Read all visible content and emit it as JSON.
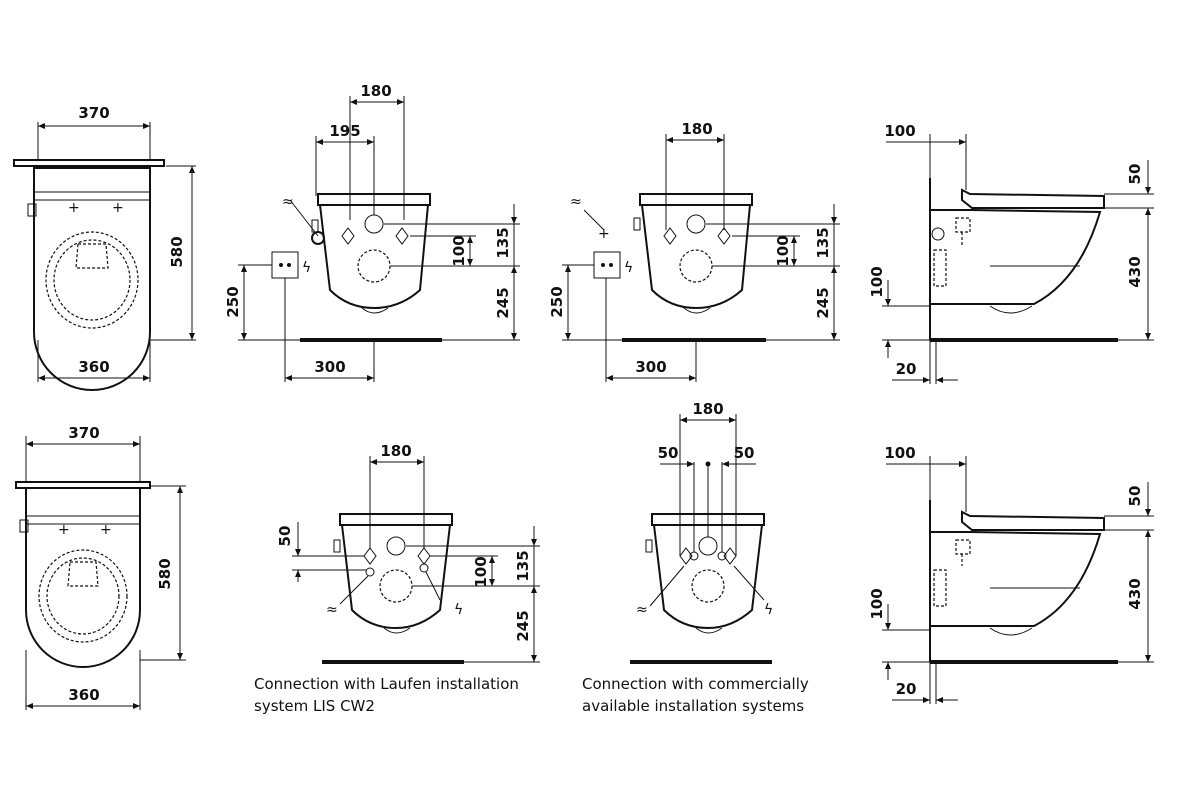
{
  "dims": {
    "w370": "370",
    "w360": "360",
    "h580": "580",
    "d180": "180",
    "d195": "195",
    "d100": "100",
    "d135": "135",
    "d245": "245",
    "d250": "250",
    "d300": "300",
    "d50": "50",
    "d430": "430",
    "d20": "20"
  },
  "symbols": {
    "water": "≈",
    "power": "ϟ"
  },
  "captions": {
    "lis": [
      "Connection with Laufen installation",
      "system LIS CW2"
    ],
    "commercial": [
      "Connection with commercially",
      "available installation systems"
    ]
  }
}
